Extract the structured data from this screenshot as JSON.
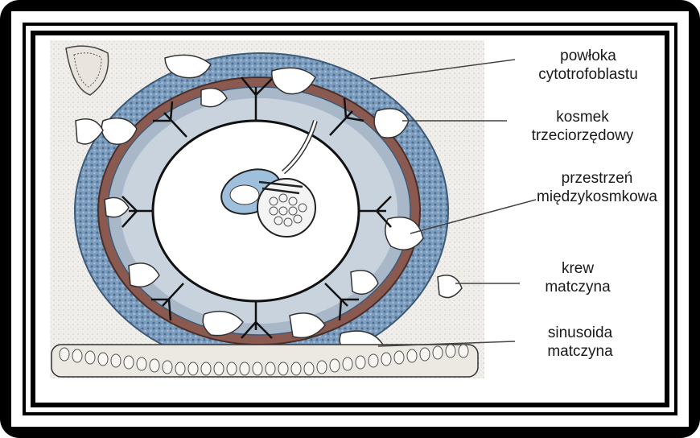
{
  "labels": [
    {
      "id": "cytotrophoblast-shell",
      "line1": "powłoka",
      "line2": "cytotrofoblastu"
    },
    {
      "id": "tertiary-villus",
      "line1": "kosmek",
      "line2": "trzeciorzędowy"
    },
    {
      "id": "intervillous-space",
      "line1": "przestrzeń",
      "line2": "międzykosmkowa"
    },
    {
      "id": "maternal-blood",
      "line1": "krew",
      "line2": "matczyna"
    },
    {
      "id": "maternal-sinusoid",
      "line1": "sinusoida",
      "line2": "matczyna"
    }
  ],
  "colors": {
    "frame": "#000000",
    "trophoblast_blue": "#6f93b4",
    "tissue_brown": "#7a4e45",
    "background_stipple": "#eceae6"
  }
}
